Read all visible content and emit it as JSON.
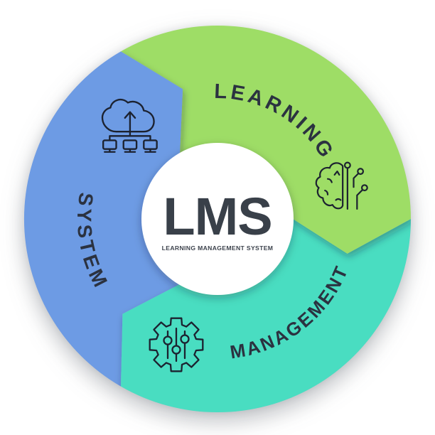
{
  "diagram": {
    "center": {
      "title": "LMS",
      "subtitle": "LEARNING MANAGEMENT SYSTEM"
    },
    "segments": [
      {
        "id": "learning",
        "label": "LEARNING",
        "color": "#9edd66",
        "icon": "brain-circuit-icon"
      },
      {
        "id": "management",
        "label": "MANAGEMENT",
        "color": "#49ddc1",
        "icon": "gear-sliders-icon"
      },
      {
        "id": "system",
        "label": "SYSTEM",
        "color": "#6d9be4",
        "icon": "cloud-network-icon"
      }
    ],
    "colors": {
      "label_text": "#2b3240",
      "center_title": "#394049",
      "center_subtitle": "#3c424c",
      "icon_stroke": "#1c2230",
      "background": "#ffffff"
    }
  }
}
